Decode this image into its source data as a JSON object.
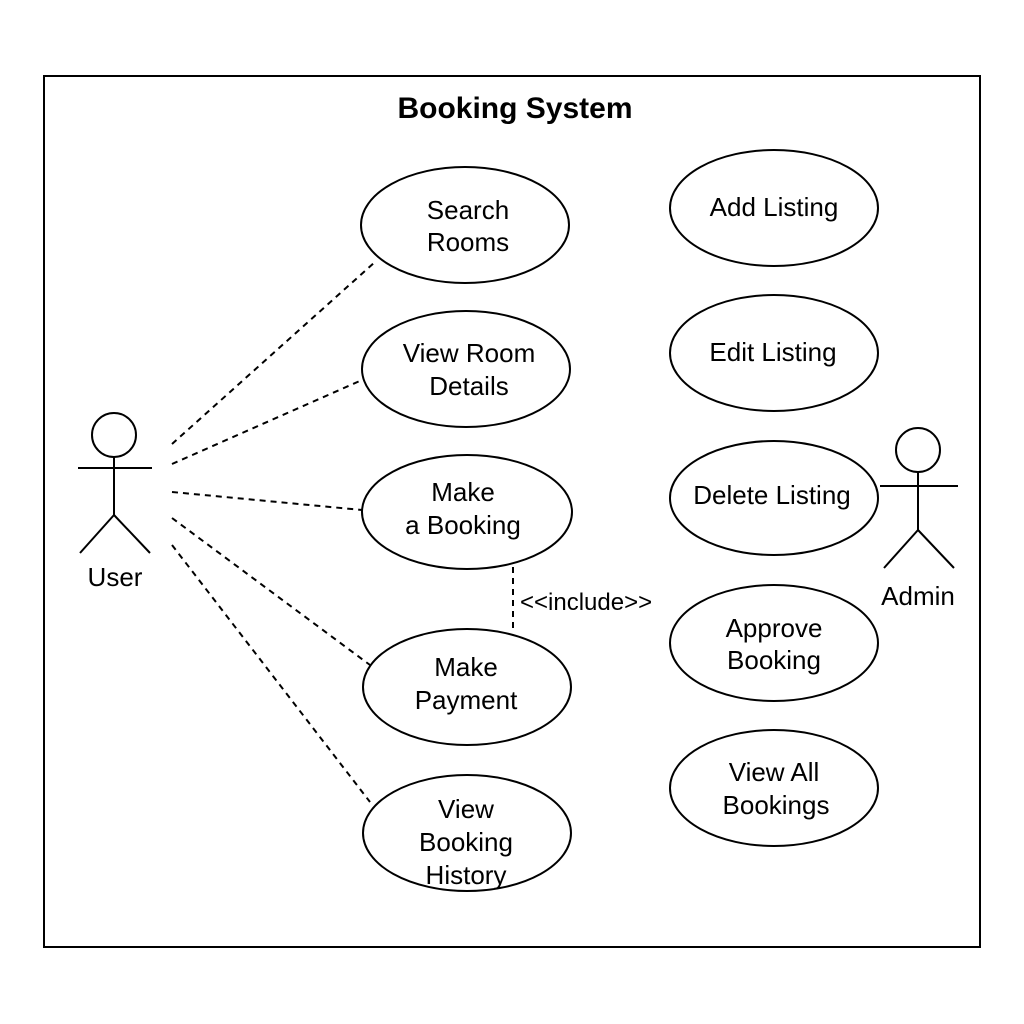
{
  "system": {
    "title": "Booking System"
  },
  "actors": {
    "user": {
      "label": "User"
    },
    "admin": {
      "label": "Admin"
    }
  },
  "use_cases": {
    "search_rooms": [
      "Search",
      "Rooms"
    ],
    "view_room_details": [
      "View Room",
      "Details"
    ],
    "make_booking": [
      "Make",
      "a Booking"
    ],
    "make_payment": [
      "Make",
      "Payment"
    ],
    "view_booking_history": [
      "View",
      "Booking",
      "History"
    ],
    "add_listing": [
      "Add Listing"
    ],
    "edit_listing": [
      "Edit Listing"
    ],
    "delete_listing": [
      "Delete Listing"
    ],
    "approve_booking": [
      "Approve",
      "Booking"
    ],
    "view_all_bookings": [
      "View All",
      "Bookings"
    ]
  },
  "relations": {
    "include_label": "<<include>>"
  }
}
